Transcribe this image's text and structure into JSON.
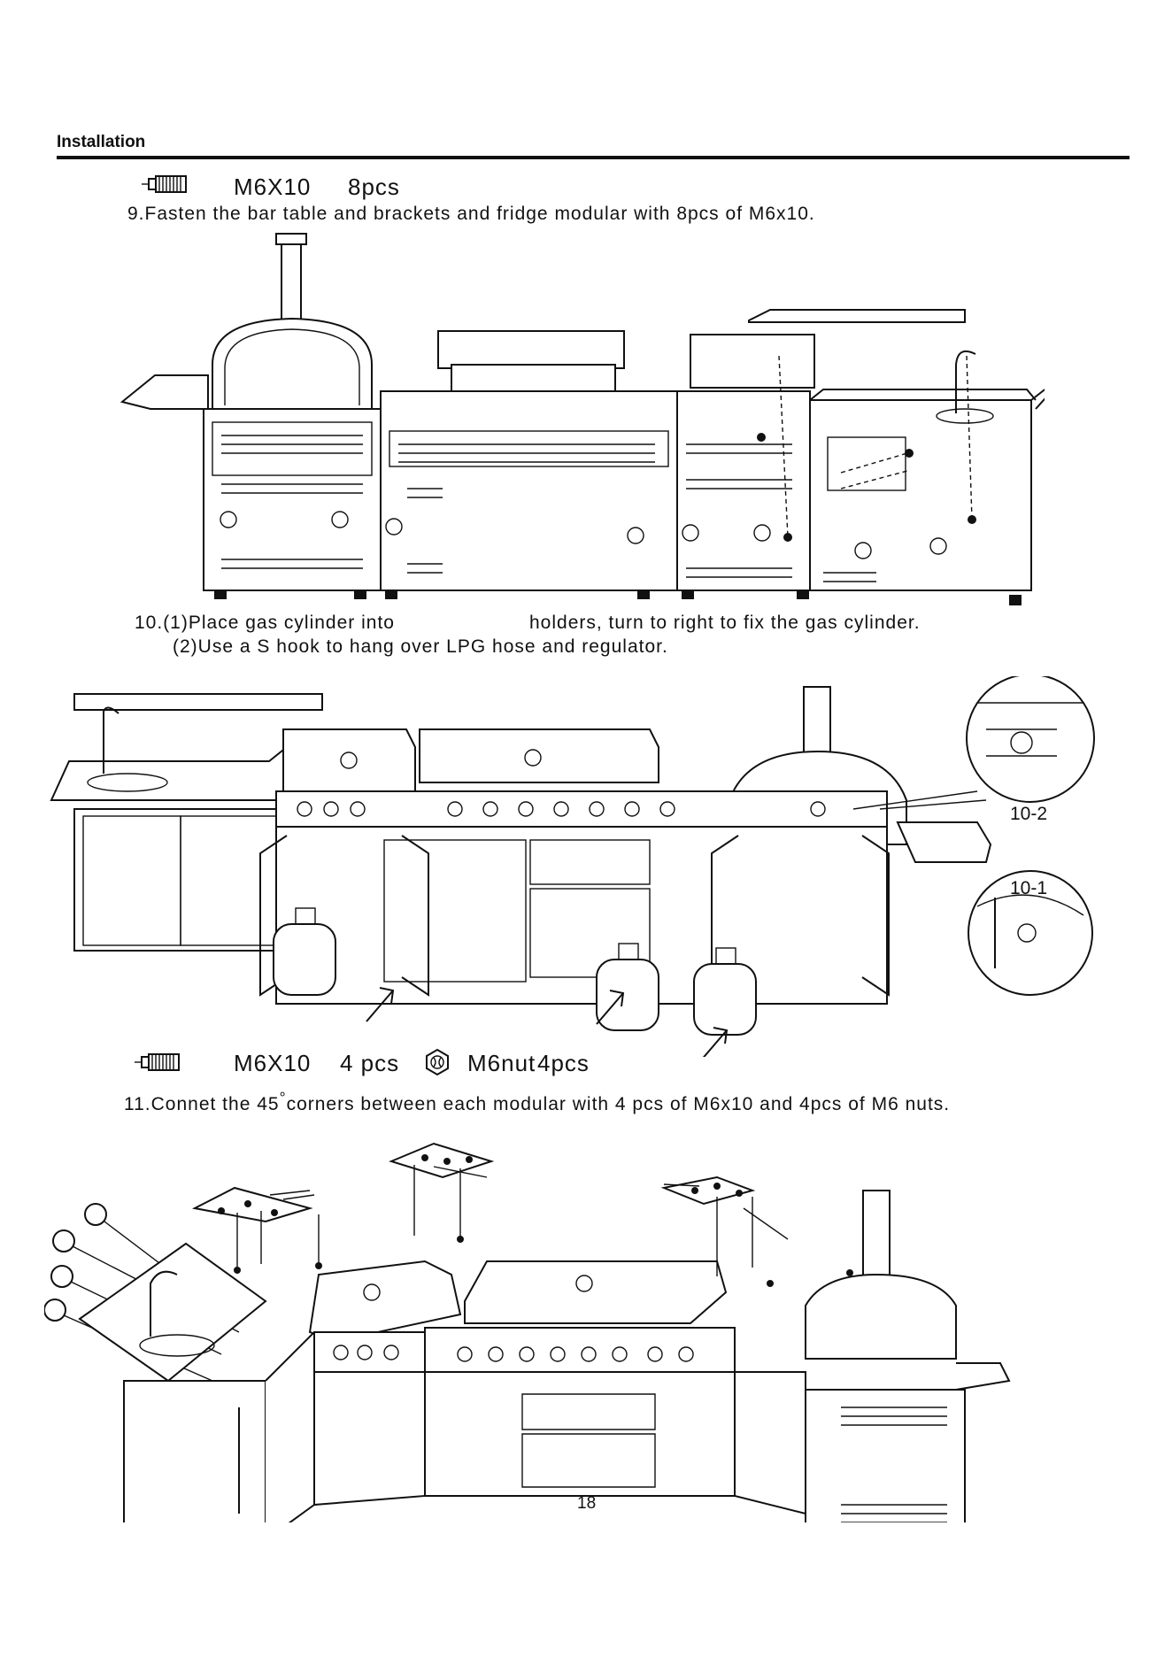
{
  "section_title": "Installation",
  "step9": {
    "part": "M6X10",
    "qty": "8pcs",
    "text": "9.Fasten the bar table and brackets and fridge modular with 8pcs of M6x10."
  },
  "step10": {
    "line1a": "10.(1)Place gas cylinder into",
    "line1b": "holders, turn to right to fix the gas cylinder.",
    "line2": "(2)Use a S hook to hang over LPG hose and regulator.",
    "callout_2": "10-2",
    "callout_1": "10-1"
  },
  "step11": {
    "part1": "M6X10",
    "qty1": "4  pcs",
    "part2": "M6nut",
    "qty2": "4pcs",
    "text_a": "11.Connet the 45",
    "text_deg": "°",
    "text_b": "corners  between  each  modular  with 4   pcs of M6x10 and 4pcs of M6 nuts."
  },
  "page_number": "18"
}
